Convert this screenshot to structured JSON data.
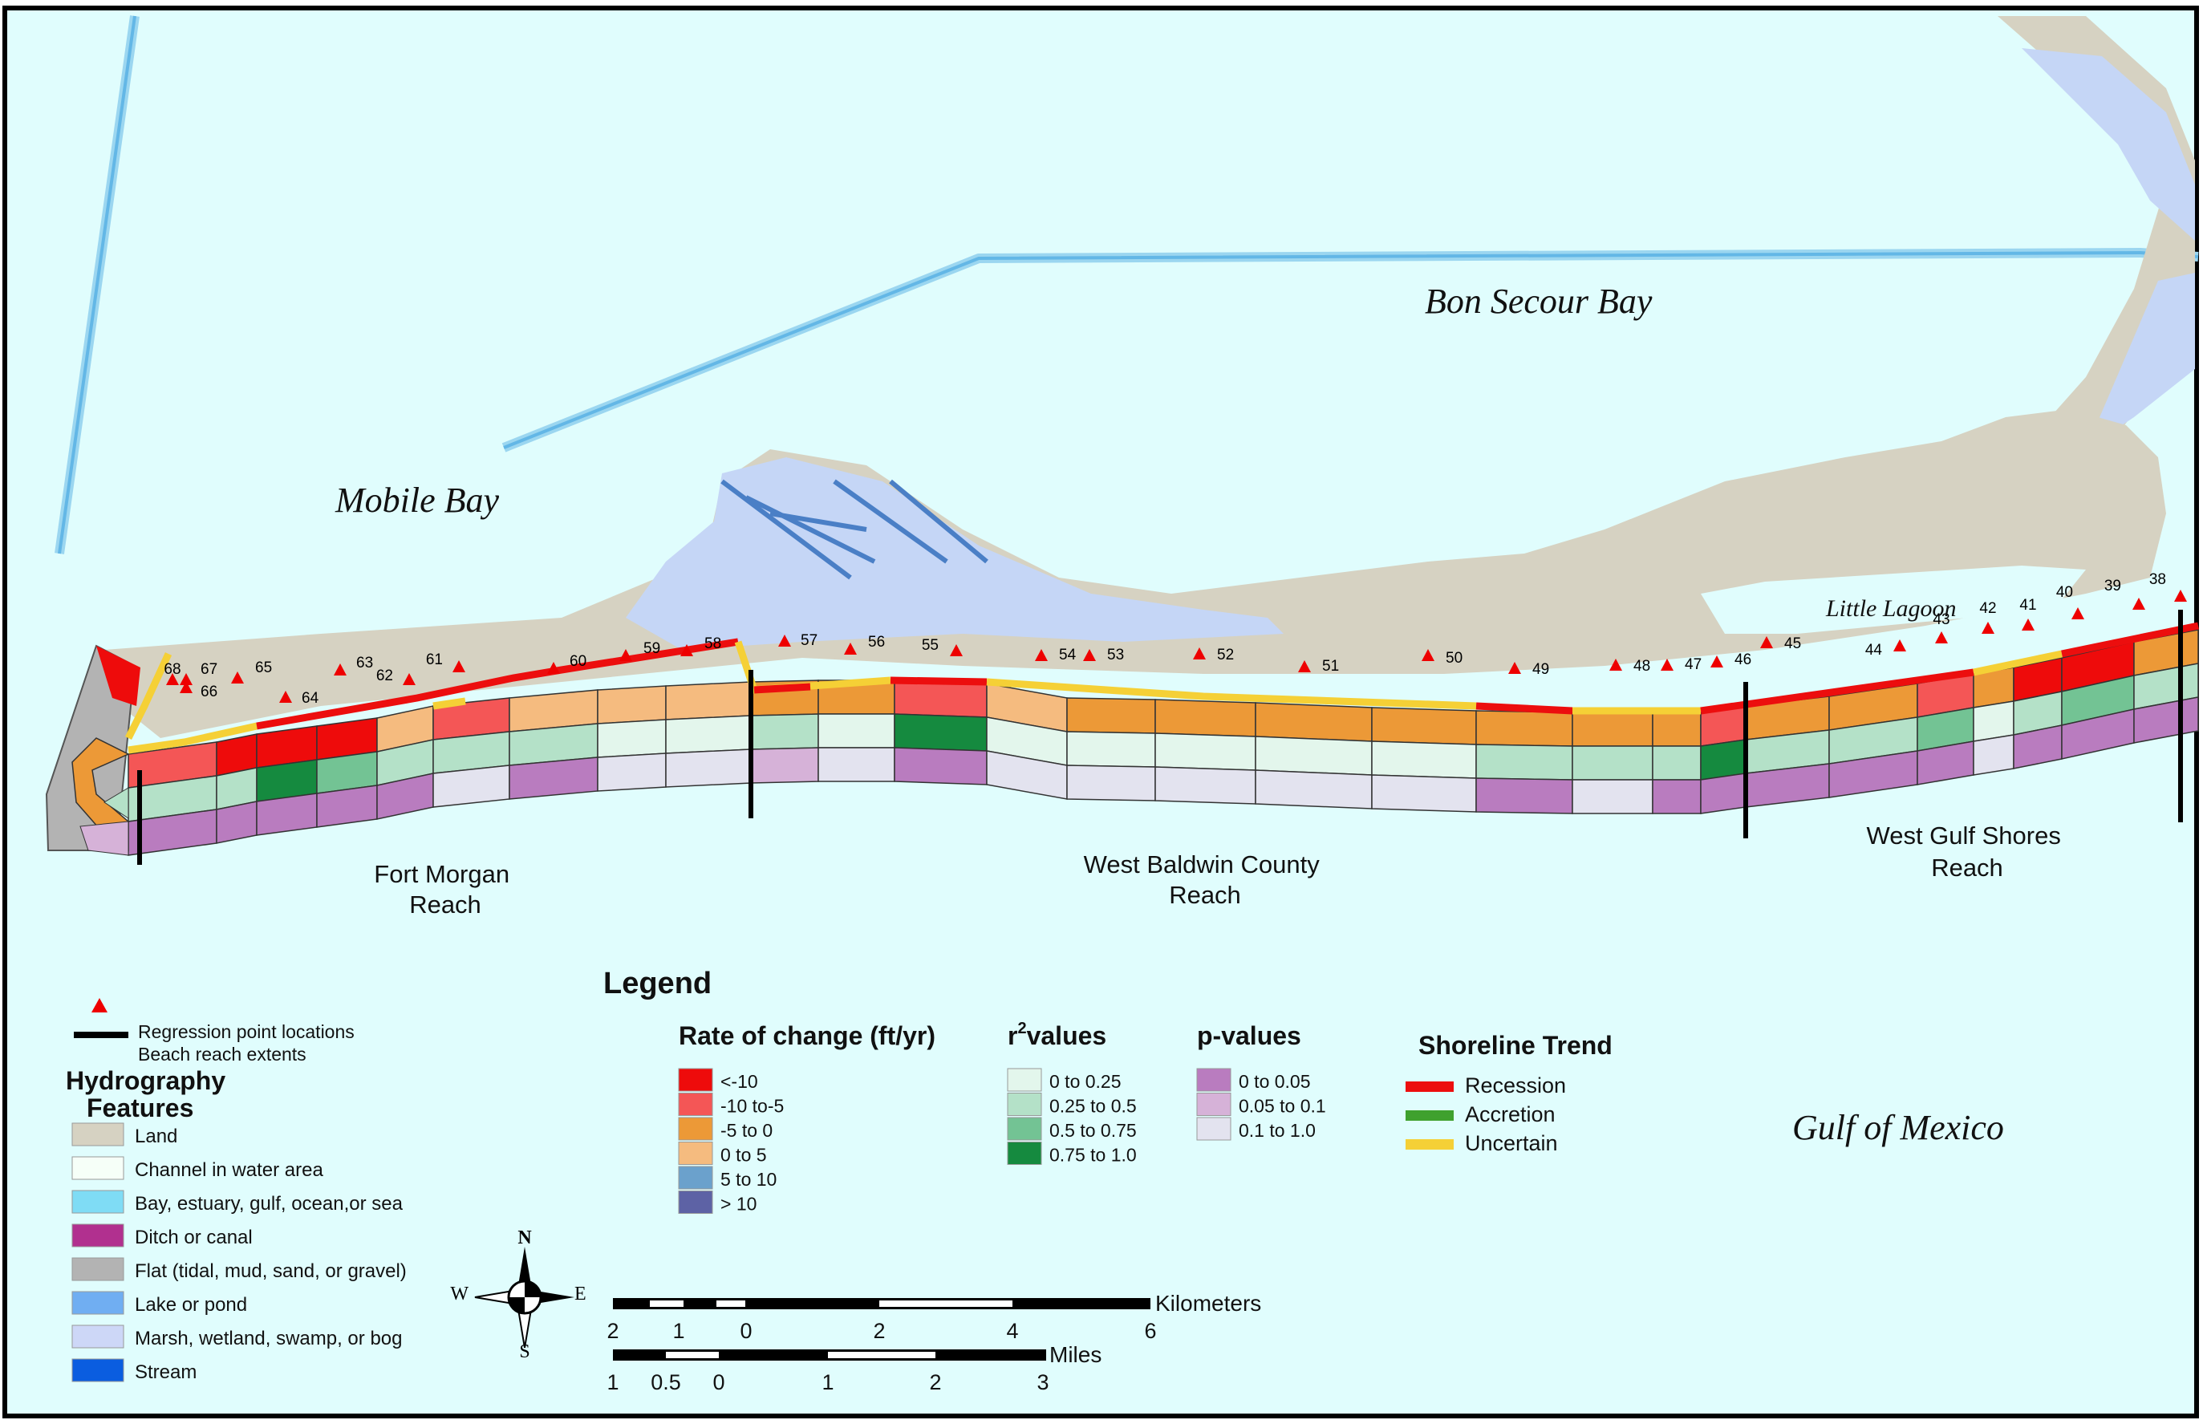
{
  "water_labels": {
    "mobile_bay": "Mobile Bay",
    "bon_secour_bay": "Bon Secour Bay",
    "gulf_of_mexico": "Gulf of Mexico",
    "little_lagoon": "Little Lagoon"
  },
  "reaches": {
    "fort_morgan": [
      "Fort Morgan",
      "Reach"
    ],
    "west_baldwin": [
      "West Baldwin County",
      "Reach"
    ],
    "west_gulf_shores": [
      "West Gulf Shores",
      "Reach"
    ]
  },
  "legend": {
    "title": "Legend",
    "symbols": {
      "regression_points": "Regression point locations",
      "beach_reach_extents": "Beach reach extents"
    },
    "hydrography": {
      "title_line1": "Hydrography",
      "title_line2": "Features",
      "items": [
        {
          "label": "Land",
          "color": "#d6d2c2"
        },
        {
          "label": "Channel in water area",
          "color": "#f6fff8"
        },
        {
          "label": "Bay, estuary, gulf, ocean,or sea",
          "color": "#7fdcf5"
        },
        {
          "label": "Ditch or canal",
          "color": "#b1308f"
        },
        {
          "label": "Flat (tidal, mud, sand, or gravel)",
          "color": "#b3b3b3"
        },
        {
          "label": "Lake or pond",
          "color": "#70aef2"
        },
        {
          "label": "Marsh, wetland, swamp, or bog",
          "color": "#cdd7f7"
        },
        {
          "label": "Stream",
          "color": "#0a5de0"
        }
      ]
    },
    "rate_of_change": {
      "title": "Rate  of change (ft/yr)",
      "items": [
        {
          "label": "<-10",
          "color": "#ee0b0b"
        },
        {
          "label": "-10 to-5",
          "color": "#f45656"
        },
        {
          "label": "-5 to 0",
          "color": "#ec9937"
        },
        {
          "label": " 0 to 5",
          "color": "#f5bb7f"
        },
        {
          "label": "5 to 10",
          "color": "#6ba1cc"
        },
        {
          "label": "> 10",
          "color": "#5d62a5"
        }
      ]
    },
    "r2_values": {
      "title_r": "r",
      "title_sup": "2",
      "title_rest": "values",
      "items": [
        {
          "label": "0 to 0.25",
          "color": "#e3f6ec"
        },
        {
          "label": "0.25 to 0.5",
          "color": "#b4e1c8"
        },
        {
          "label": "0.5 to 0.75",
          "color": "#73c394"
        },
        {
          "label": "0.75 to 1.0",
          "color": "#158a3f"
        }
      ]
    },
    "p_values": {
      "title": "p-values",
      "items": [
        {
          "label": "0 to 0.05",
          "color": "#b97cbf"
        },
        {
          "label": "0.05 to 0.1",
          "color": "#d6b2d8"
        },
        {
          "label": "0.1 to 1.0",
          "color": "#e3e3ef"
        }
      ]
    },
    "shoreline_trend": {
      "title": "Shoreline Trend",
      "items": [
        {
          "label": "Recession",
          "color": "#ec0e0e"
        },
        {
          "label": "Accretion",
          "color": "#3fa12e"
        },
        {
          "label": "Uncertain",
          "color": "#f5d036"
        }
      ]
    }
  },
  "north_arrow": {
    "n": "N",
    "s": "S",
    "e": "E",
    "w": "W"
  },
  "scale_bar": {
    "km_unit": "Kilometers",
    "km_ticks": [
      "2",
      "1",
      "0",
      "2",
      "4",
      "6"
    ],
    "mi_unit": "Miles",
    "mi_ticks": [
      "1",
      "0.5",
      "0",
      "1",
      "2",
      "3"
    ]
  },
  "regression_points": [
    "68",
    "67",
    "66",
    "65",
    "64",
    "63",
    "62",
    "61",
    "60",
    "59",
    "58",
    "57",
    "56",
    "55",
    "54",
    "53",
    "52",
    "51",
    "50",
    "49",
    "48",
    "47",
    "46",
    "45",
    "44",
    "43",
    "42",
    "41",
    "40",
    "39",
    "38"
  ],
  "colors": {
    "water": "#e0fdfd",
    "land": "#d6d2c2",
    "channel": "#a5def0",
    "marsh": "#c5d6f6",
    "border": "#000000",
    "marker": "#ee0000"
  }
}
